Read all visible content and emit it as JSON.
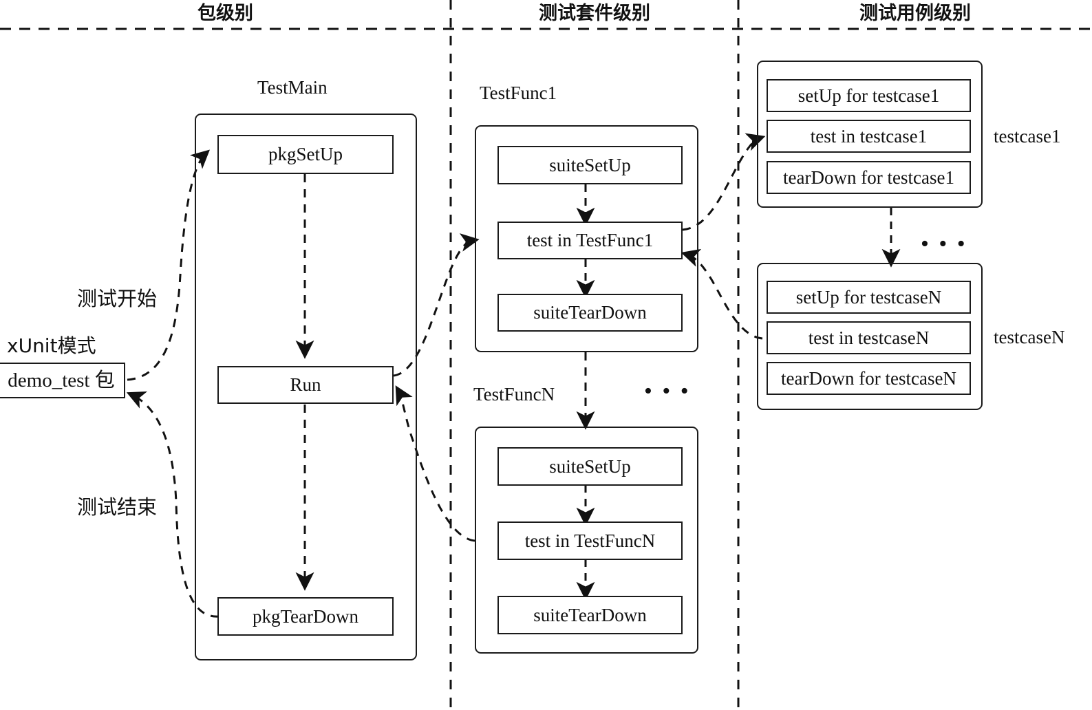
{
  "diagram": {
    "title_columns": [
      {
        "label": "包级别"
      },
      {
        "label": "测试套件级别"
      },
      {
        "label": "测试用例级别"
      }
    ],
    "package_level": {
      "entry_label": "xUnit模式",
      "entry_box": "demo_test 包",
      "start_label": "测试开始",
      "end_label": "测试结束",
      "group_caption": "TestMain",
      "steps": [
        {
          "label": "pkgSetUp"
        },
        {
          "label": "Run"
        },
        {
          "label": "pkgTearDown"
        }
      ]
    },
    "suite_level": {
      "groups": [
        {
          "caption": "TestFunc1",
          "steps": [
            {
              "label": "suiteSetUp"
            },
            {
              "label": "test in TestFunc1"
            },
            {
              "label": "suiteTearDown"
            }
          ]
        },
        {
          "caption": "TestFuncN",
          "steps": [
            {
              "label": "suiteSetUp"
            },
            {
              "label": "test in TestFuncN"
            },
            {
              "label": "suiteTearDown"
            }
          ]
        }
      ],
      "ellipsis": "• • •"
    },
    "case_level": {
      "groups": [
        {
          "side_label": "testcase1",
          "steps": [
            {
              "label": "setUp for testcase1"
            },
            {
              "label": "test in testcase1"
            },
            {
              "label": "tearDown for testcase1"
            }
          ]
        },
        {
          "side_label": "testcaseN",
          "steps": [
            {
              "label": "setUp for testcaseN"
            },
            {
              "label": "test in testcaseN"
            },
            {
              "label": "tearDown for testcaseN"
            }
          ]
        }
      ],
      "ellipsis": "• • •"
    },
    "colors": {
      "stroke": "#1a1a1a",
      "text": "#111111",
      "background": "#ffffff"
    }
  }
}
